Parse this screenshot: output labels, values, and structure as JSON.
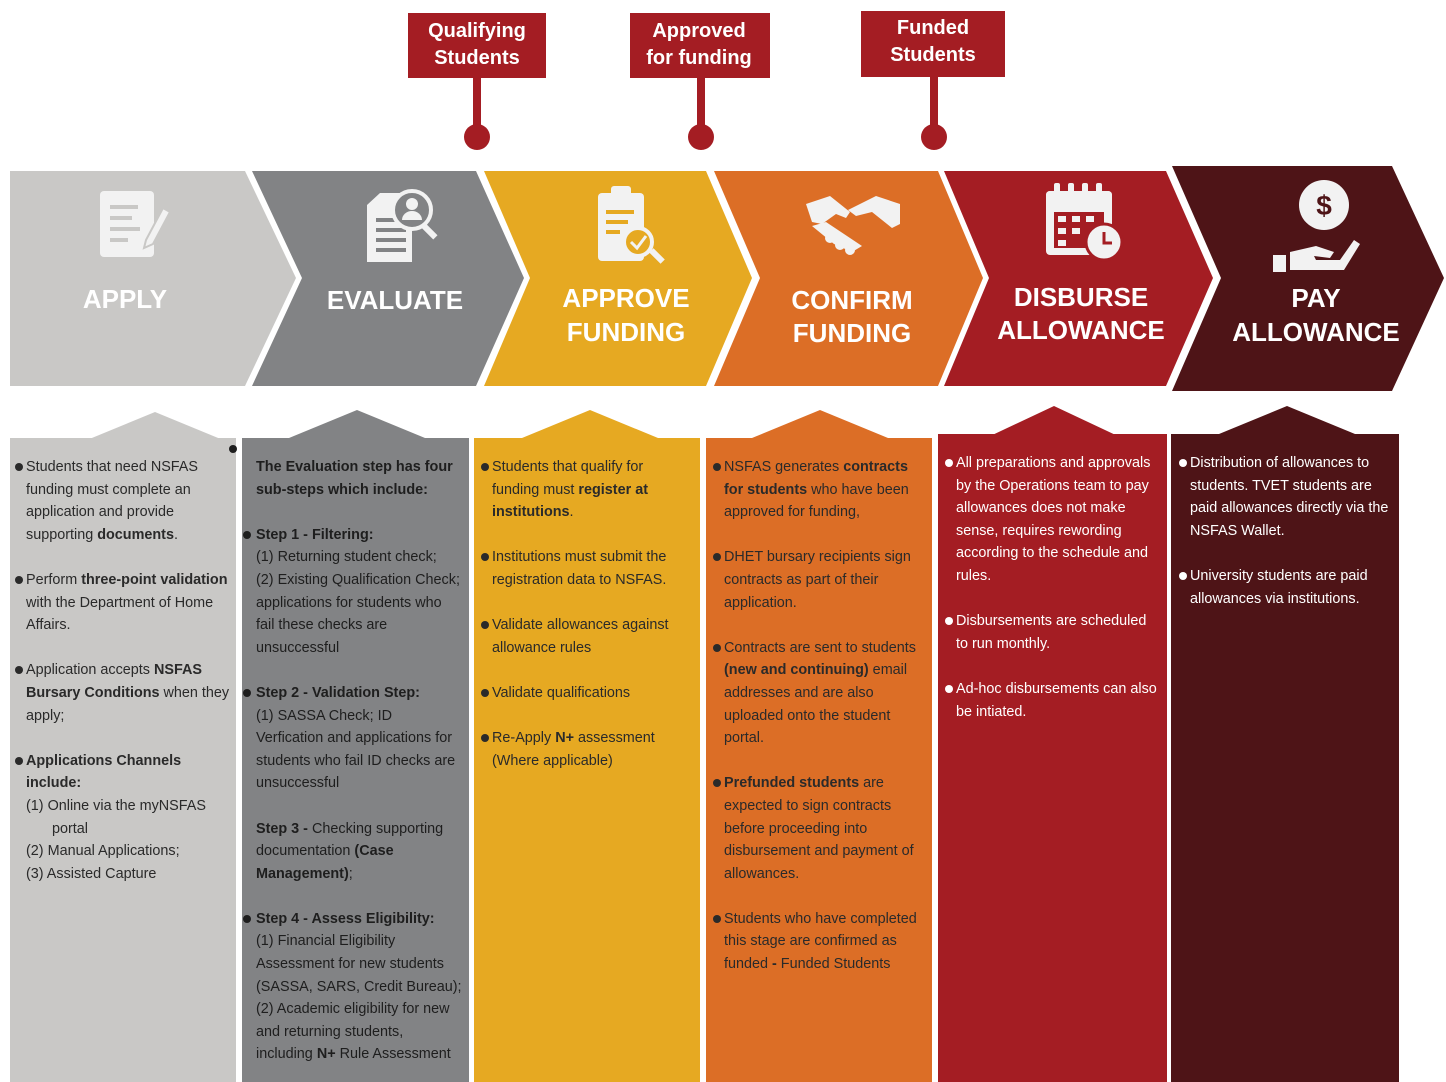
{
  "colors": {
    "apply": "#c9c8c6",
    "evaluate": "#828385",
    "approve": "#e6a922",
    "confirm": "#dc6e26",
    "disburse": "#a41d23",
    "pay": "#4e1417",
    "tag": "#a41d23",
    "icon_light": "#f2f2f2"
  },
  "tags": [
    {
      "line1": "Qualifying",
      "line2": "Students"
    },
    {
      "line1": "Approved",
      "line2": "for funding"
    },
    {
      "line1": "Funded",
      "line2": "Students"
    }
  ],
  "stages": [
    {
      "title1": "APPLY",
      "title2": "",
      "icon": "document-pen-icon"
    },
    {
      "title1": "EVALUATE",
      "title2": "",
      "icon": "document-search-person-icon"
    },
    {
      "title1": "APPROVE",
      "title2": "FUNDING",
      "icon": "clipboard-check-icon"
    },
    {
      "title1": "CONFIRM",
      "title2": "FUNDING",
      "icon": "handshake-icon"
    },
    {
      "title1": "DISBURSE",
      "title2": "ALLOWANCE",
      "icon": "calendar-clock-icon"
    },
    {
      "title1": "PAY",
      "title2": "ALLOWANCE",
      "icon": "hand-dollar-icon"
    }
  ],
  "apply": {
    "i1a": "Students that need NSFAS funding must complete an application and provide supporting ",
    "i1b": "documents",
    "i1c": ".",
    "i2a": "Perform ",
    "i2b": "three-point validation",
    "i2c": " with the Department of Home Affairs.",
    "i3a": "Application accepts ",
    "i3b": "NSFAS Bursary Conditions",
    "i3c": " when they apply;",
    "i4": "Applications Channels include:",
    "i4s1": "(1) Online via the myNSFAS",
    "i4s1b": "portal",
    "i4s2": "(2) Manual Applications;",
    "i4s3": "(3) Assisted Capture"
  },
  "evaluate": {
    "intro": "The Evaluation step has four sub-steps which include:",
    "s1t": "Step 1 - Filtering:",
    "s1a": "(1) Returning student check;",
    "s1b": "(2) Existing Qualification Check; applications for students who fail these checks are unsuccessful",
    "s2t": "Step 2 - Validation Step:",
    "s2a": "(1) SASSA Check; ID Verfication and applications for students who  fail ID checks are unsuccessful",
    "s3t": "Step 3 - ",
    "s3a": "Checking supporting documentation ",
    "s3b": "(Case Management)",
    "s3c": ";",
    "s4t": "Step 4 - Assess Eligibility:",
    "s4a": "(1) Financial Eligibility Assessment for new students (SASSA, SARS, Credit Bureau);",
    "s4b": "(2) Academic eligibility for new and returning students, including ",
    "s4c": "N+",
    "s4d": " Rule Assessment"
  },
  "approve": {
    "i1a": "Students that qualify for funding must ",
    "i1b": "register at institutions",
    "i1c": ".",
    "i2": "Institutions must submit the registration data to NSFAS.",
    "i3": "Validate allowances against allowance rules",
    "i4": "Validate qualifications",
    "i5a": "Re-Apply ",
    "i5b": "N+",
    "i5c": " assessment (Where applicable)"
  },
  "confirm": {
    "i1a": "NSFAS generates ",
    "i1b": "contracts for students",
    "i1c": " who have been approved for funding,",
    "i2": "DHET bursary recipients sign contracts as part of their application.",
    "i3a": "Contracts are sent to students ",
    "i3b": "(new and continuing)",
    "i3c": " email addresses and are also uploaded onto the student portal.",
    "i4a": "Prefunded students",
    "i4b": " are expected to sign contracts before proceeding into disbursement and payment of allowances.",
    "i5a": "Students who have completed this stage are confirmed as funded ",
    "i5b": "-",
    "i5c": " Funded Students"
  },
  "disburse": {
    "i1": "All preparations and approvals by the Operations team to pay allowances does not make sense, requires rewording according to the schedule and rules.",
    "i2": "Disbursements are scheduled to run monthly.",
    "i3": "Ad-hoc disbursements can also be intiated."
  },
  "pay": {
    "i1": "Distribution of allowances to students. TVET students are paid allowances directly via the NSFAS Wallet.",
    "i2": "University students are paid allowances via institutions."
  }
}
